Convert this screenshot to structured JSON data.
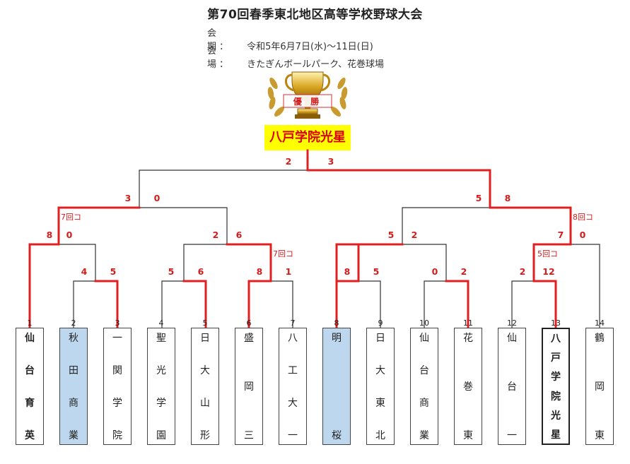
{
  "header": {
    "title": "第70回春季東北地区高等学校野球大会",
    "period_label": "会 期：",
    "period": "令和5年6月7日(水)〜11日(日)",
    "venue_label": "会 場：",
    "venue": "きたぎんボールパーク、花巻球場"
  },
  "trophy": {
    "icon": "trophy-icon",
    "ribbon_text": "優 勝"
  },
  "champion": "八戸学院光星",
  "teams": [
    {
      "seed": "1",
      "chars": [
        "仙",
        "台",
        "育",
        "英"
      ]
    },
    {
      "seed": "2",
      "chars": [
        "秋",
        "田",
        "商",
        "業"
      ]
    },
    {
      "seed": "3",
      "chars": [
        "一",
        "関",
        "学",
        "院"
      ]
    },
    {
      "seed": "4",
      "chars": [
        "聖",
        "光",
        "学",
        "園"
      ]
    },
    {
      "seed": "5",
      "chars": [
        "日",
        "大",
        "山",
        "形"
      ]
    },
    {
      "seed": "6",
      "chars": [
        "盛",
        "岡",
        "三"
      ]
    },
    {
      "seed": "7",
      "chars": [
        "八",
        "工",
        "大",
        "一"
      ]
    },
    {
      "seed": "8",
      "chars": [
        "明",
        "桜"
      ]
    },
    {
      "seed": "9",
      "chars": [
        "日",
        "大",
        "東",
        "北"
      ]
    },
    {
      "seed": "10",
      "chars": [
        "仙",
        "台",
        "商",
        "業"
      ]
    },
    {
      "seed": "11",
      "chars": [
        "花",
        "巻",
        "東"
      ]
    },
    {
      "seed": "12",
      "chars": [
        "仙",
        "台",
        "一"
      ]
    },
    {
      "seed": "13",
      "chars": [
        "八",
        "戸",
        "学",
        "院",
        "光",
        "星"
      ]
    },
    {
      "seed": "14",
      "chars": [
        "鶴",
        "岡",
        "東"
      ]
    }
  ],
  "scores": {
    "r1_2v3": [
      "4",
      "5"
    ],
    "r1_4v5": [
      "5",
      "6"
    ],
    "r1_6v7": [
      "8",
      "1"
    ],
    "r1_8v9": [
      "8",
      "5"
    ],
    "r1_10v11": [
      "0",
      "2"
    ],
    "r1_12v13": [
      "2",
      "12"
    ],
    "r2_1v23": [
      "8",
      "0"
    ],
    "r2_45v67": [
      "2",
      "6"
    ],
    "r2_89v1011": [
      "5",
      "2"
    ],
    "r2_1213v14": [
      "7",
      "0"
    ],
    "semi_left": [
      "3",
      "0"
    ],
    "semi_right": [
      "5",
      "8"
    ],
    "final": [
      "2",
      "3"
    ]
  },
  "notes": {
    "r2_left": "7回コ",
    "r1_6v7": "7回コ",
    "semi_right": "8回コ",
    "r1_12v13": "5回コ"
  },
  "colors": {
    "winner_line": "#e02020",
    "loser_line": "#333333",
    "highlight_team": "#bdd7ee",
    "champion_bg": "#ffff00",
    "champion_text": "#e00000"
  }
}
